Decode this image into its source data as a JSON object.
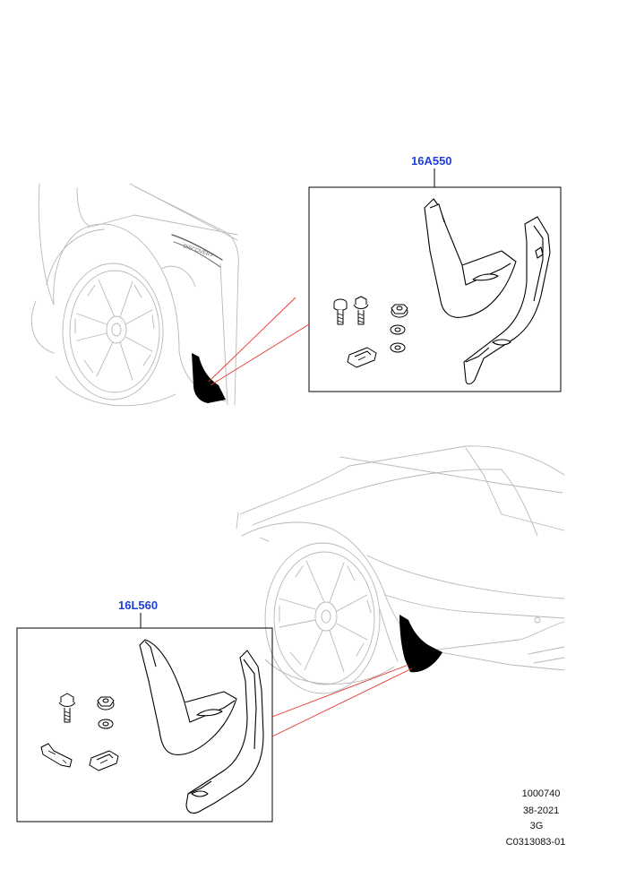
{
  "callouts": {
    "top_part_number": "16A550",
    "bottom_part_number": "16L560"
  },
  "reference_block": {
    "line1": "1000740",
    "line2": "38-2021",
    "line3": "3G",
    "line4": "C0313083-01"
  },
  "colors": {
    "callout_text": "#1e3fd6",
    "leader_line": "#e8332f",
    "outline": "#000000",
    "ghost_vehicle": "#b8b8b8"
  }
}
